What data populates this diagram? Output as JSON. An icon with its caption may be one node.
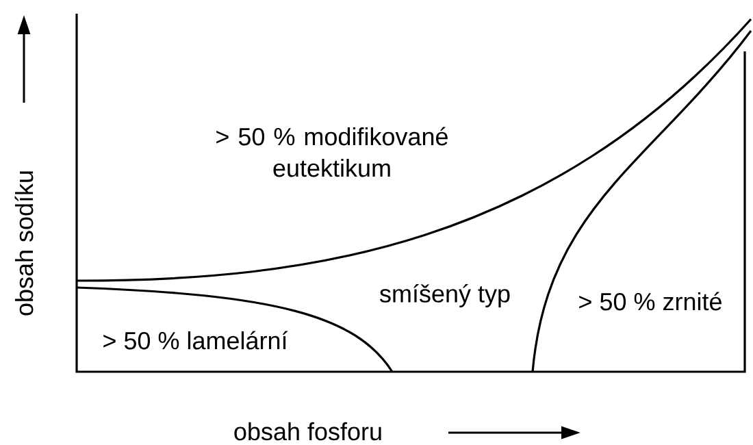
{
  "diagram": {
    "labels": [
      "> 50 % modifikované eutektikum",
      "smíšený typ",
      "> 50 % zrnité",
      "> 50 % lamelární",
      "obsah sodíku",
      "obsah fosforu"
    ]
  }
}
